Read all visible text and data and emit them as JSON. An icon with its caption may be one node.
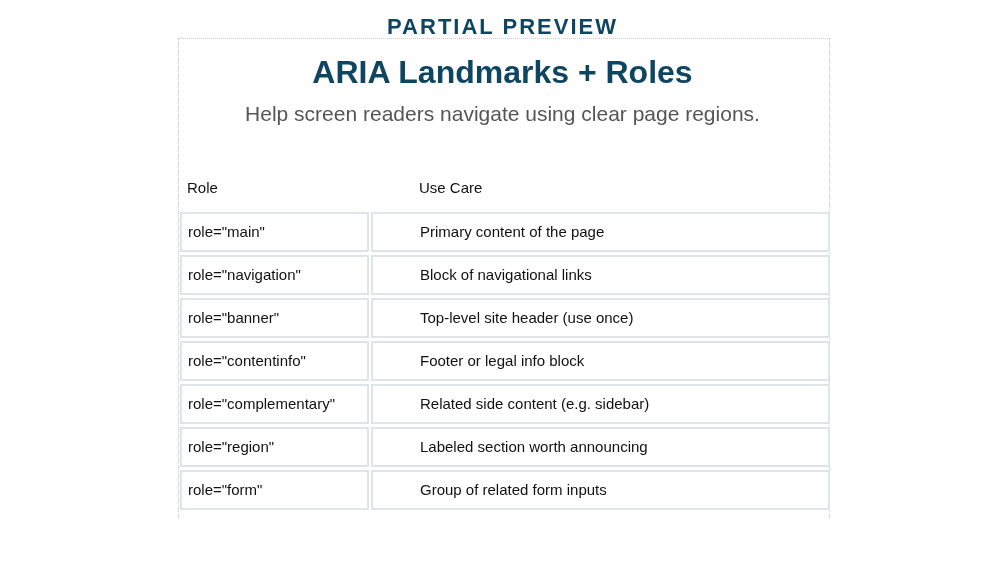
{
  "diagram": {
    "title": "ARIA Landmarks + Roles",
    "labels": [
      "PARTIAL PREVIEW",
      "Help screen readers navigate using clear page regions.",
      "Role",
      "Use Care",
      "role=\"main\"",
      "Primary content of the page",
      "role=\"navigation\"",
      "Block of navigational links",
      "role=\"banner\"",
      "Top-level site header (use once)",
      "role=\"contentinfo\"",
      "Footer or legal info block",
      "role=\"complementary\"",
      "Related side content (e.g. sidebar)",
      "role=\"region\"",
      "Labeled section worth announcing",
      "role=\"form\"",
      "Group of related form inputs"
    ]
  }
}
